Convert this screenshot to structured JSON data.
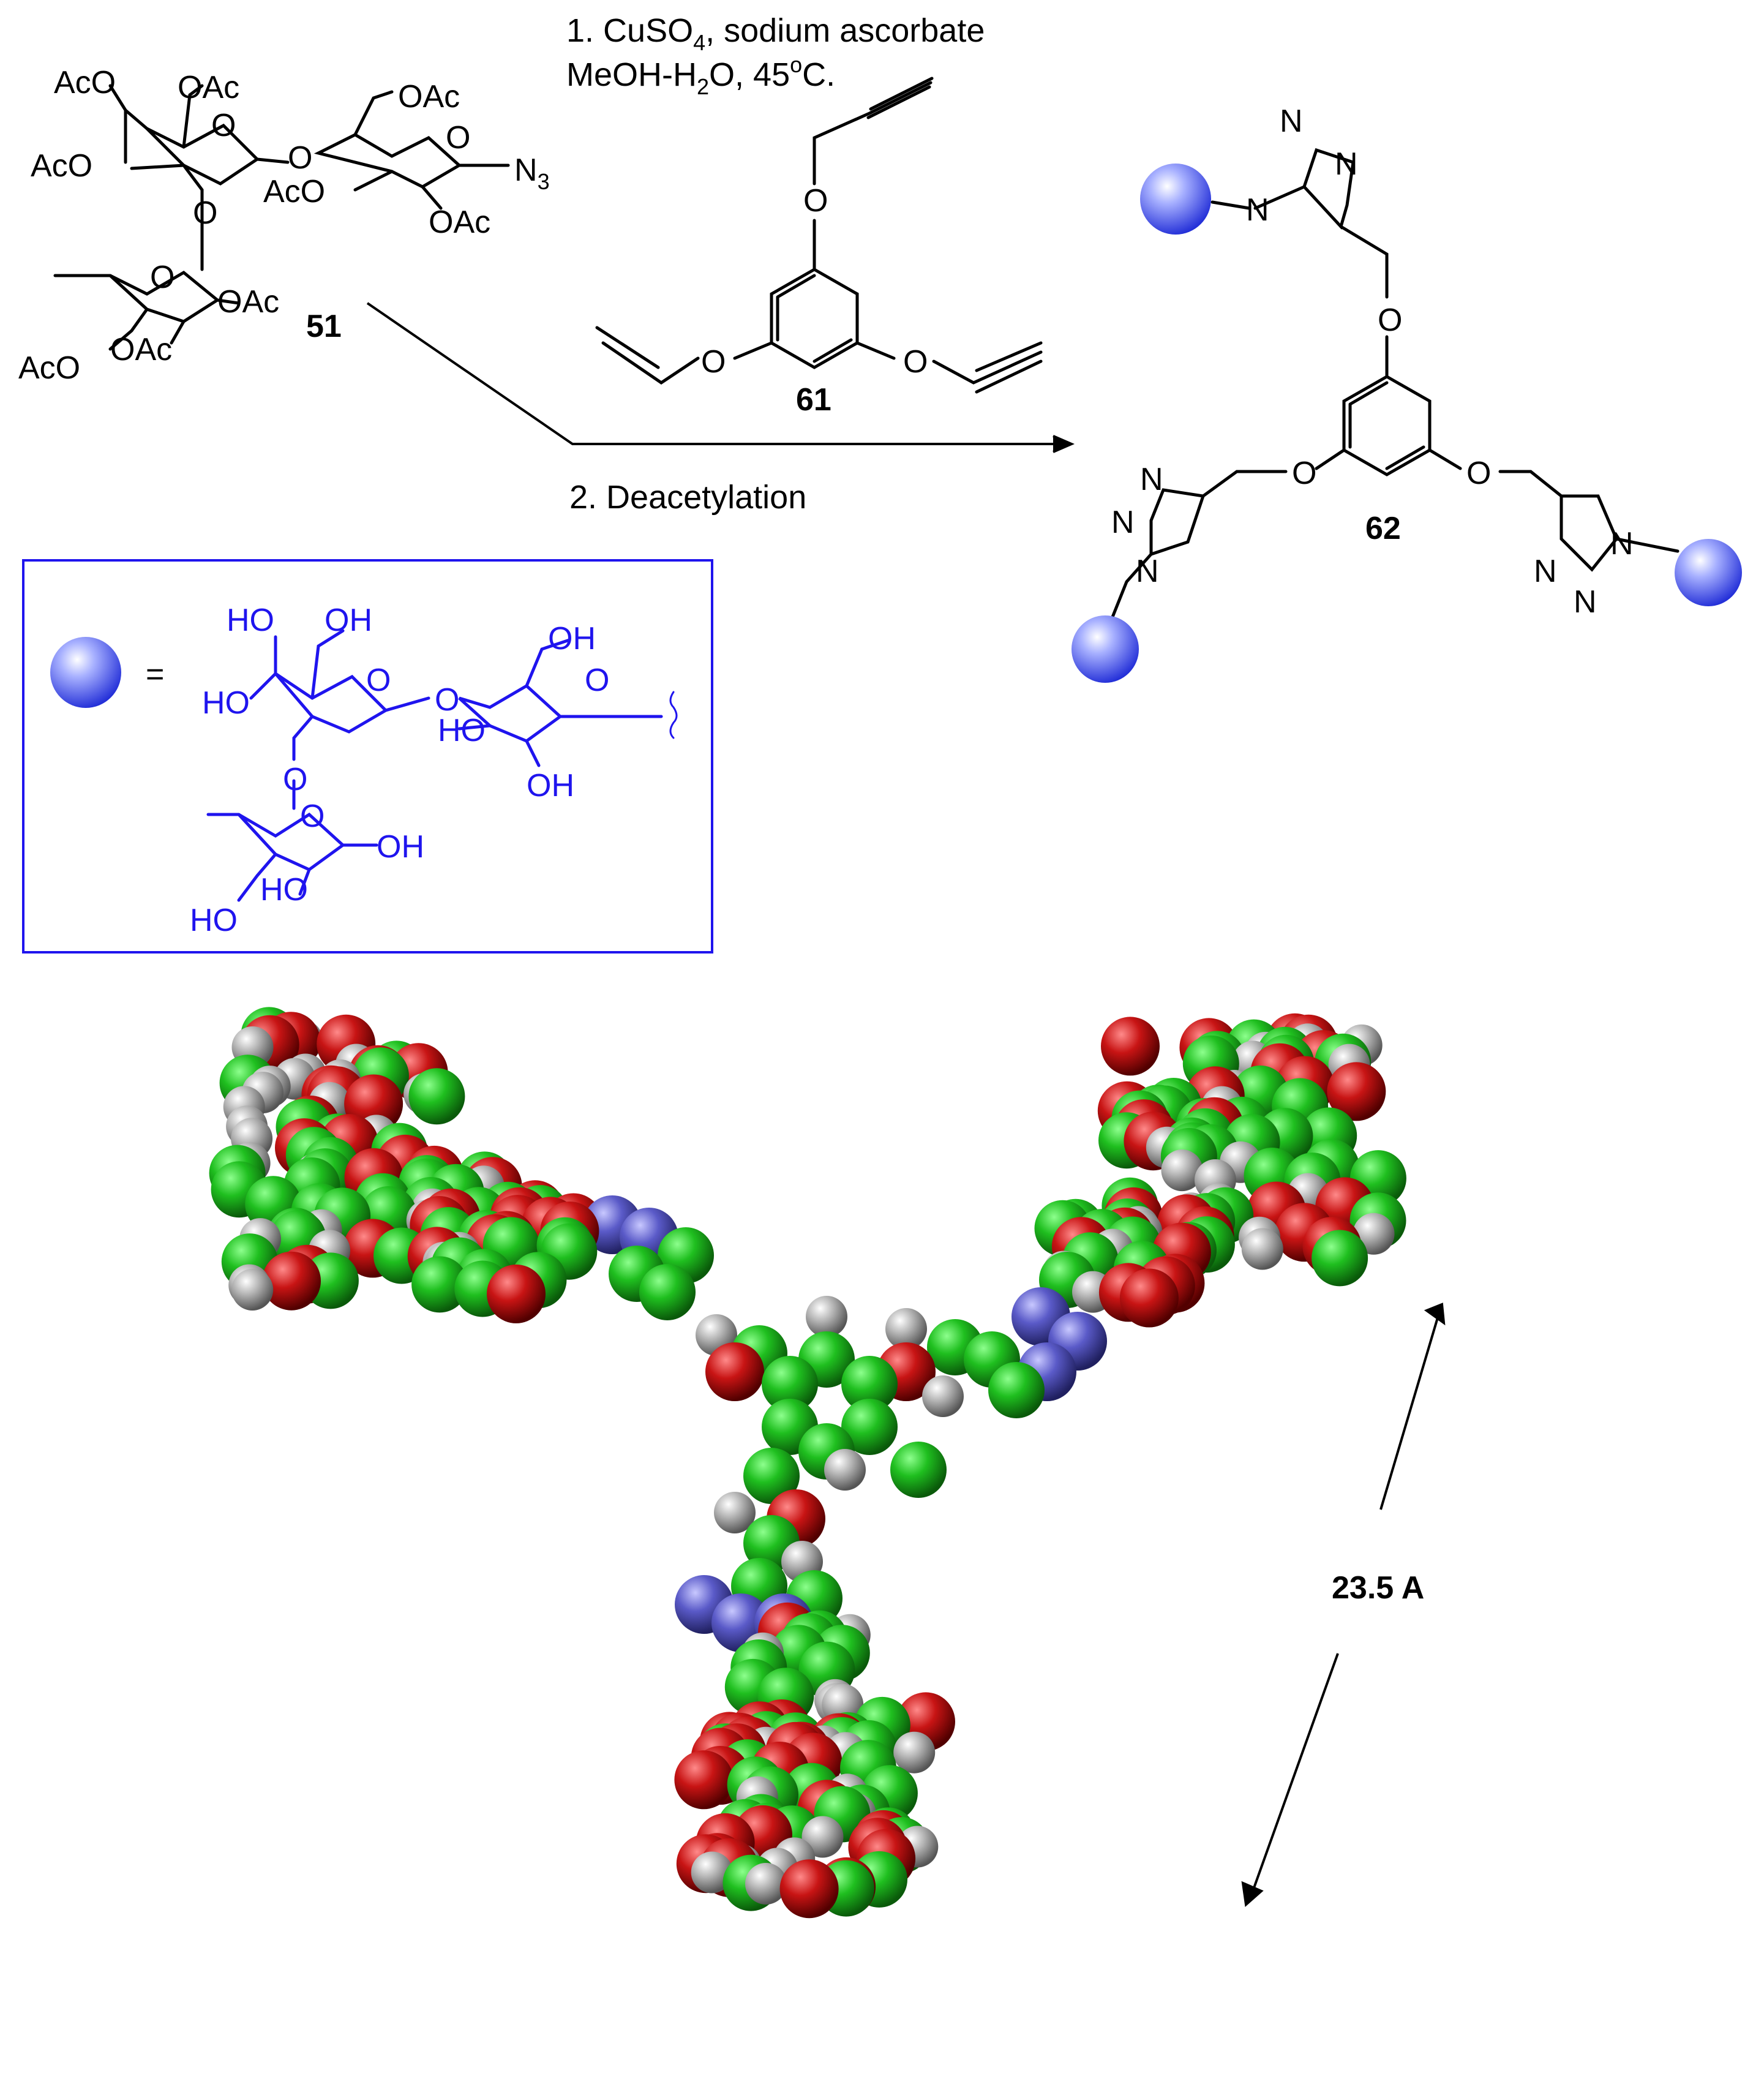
{
  "reaction": {
    "condition_1": "1. CuSO4, sodium ascorbate",
    "condition_1b": "MeOH-H2O, 45oC.",
    "condition_2": "2. Deacetylation"
  },
  "compounds": {
    "starting": "51",
    "linker": "61",
    "product": "62"
  },
  "groups": {
    "OAc": "OAc",
    "AcO": "AcO",
    "N3": "N3",
    "O": "O",
    "N": "N",
    "OH": "OH",
    "HO": "HO",
    "equals": "="
  },
  "measurement": "23.5 A",
  "colors": {
    "carbon": "#1bb51b",
    "oxygen": "#c81414",
    "nitrogen": "#5a5ac8",
    "hydrogen": "#a8a8a8",
    "legend_border": "#1f14ee",
    "legend_text": "#1f14ee",
    "bead": "#6f7cf5"
  }
}
